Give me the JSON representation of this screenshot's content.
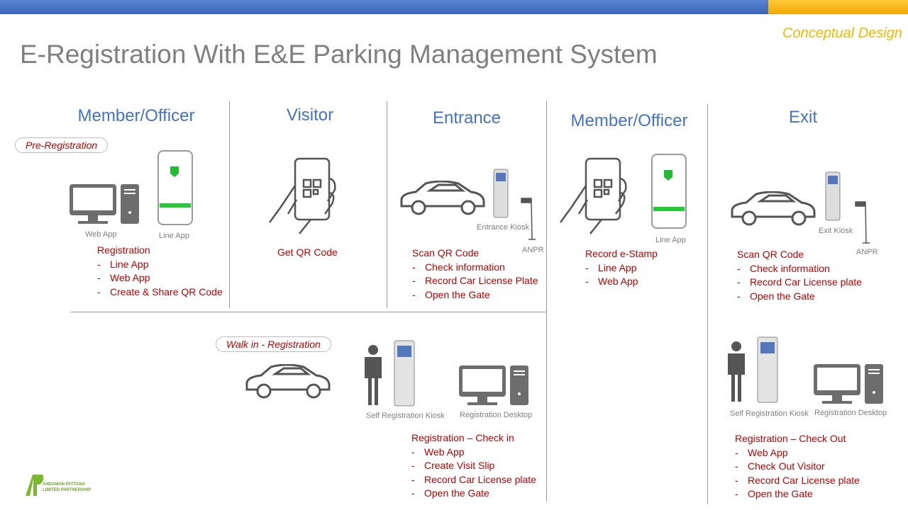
{
  "header": {
    "title": "E-Registration With E&E Parking Management System",
    "tag": "Conceptual Design"
  },
  "colors": {
    "heading": "#4472c4",
    "text": "#c00000",
    "accent": "#f2b800",
    "bar": "#4472c4"
  },
  "sections": {
    "member1": {
      "heading": "Member/Officer",
      "pill": "Pre-Registration",
      "web_label": "Web App",
      "line_label": "Line App",
      "title": "Registration",
      "items": [
        "Line App",
        "Web App",
        "Create & Share QR Code"
      ]
    },
    "visitor": {
      "heading": "Visitor",
      "title": "Get QR Code"
    },
    "entrance": {
      "heading": "Entrance",
      "kiosk_label": "Entrance Kiosk",
      "anpr_label": "ANPR",
      "title": "Scan QR Code",
      "items": [
        "Check information",
        "Record Car License Plate",
        "Open the Gate"
      ]
    },
    "member2": {
      "heading": "Member/Officer",
      "line_label": "Line App",
      "title": "Record e-Stamp",
      "items": [
        "Line App",
        "Web App"
      ]
    },
    "exit": {
      "heading": "Exit",
      "kiosk_label": "Exit Kiosk",
      "anpr_label": "ANPR",
      "title": "Scan QR Code",
      "items": [
        "Check information",
        "Record Car License plate",
        "Open the Gate"
      ]
    },
    "walkin": {
      "pill": "Walk in - Registration",
      "kiosk_label": "Self Registration Kiosk",
      "desktop_label": "Registration Desktop",
      "title": "Registration – Check in",
      "items": [
        "Web App",
        "Create Visit Slip",
        "Record Car License plate",
        "Open the Gate"
      ]
    },
    "checkout": {
      "kiosk_label": "Self Registration Kiosk",
      "desktop_label": "Registration Desktop",
      "title": "Registration – Check Out",
      "items": [
        "Web App",
        "Check Out Visitor",
        "Record Car License plate",
        "Open the Gate"
      ]
    }
  },
  "logo": {
    "text": "ANDAMAN PATTANA LIMITED PARTNERSHIP"
  }
}
